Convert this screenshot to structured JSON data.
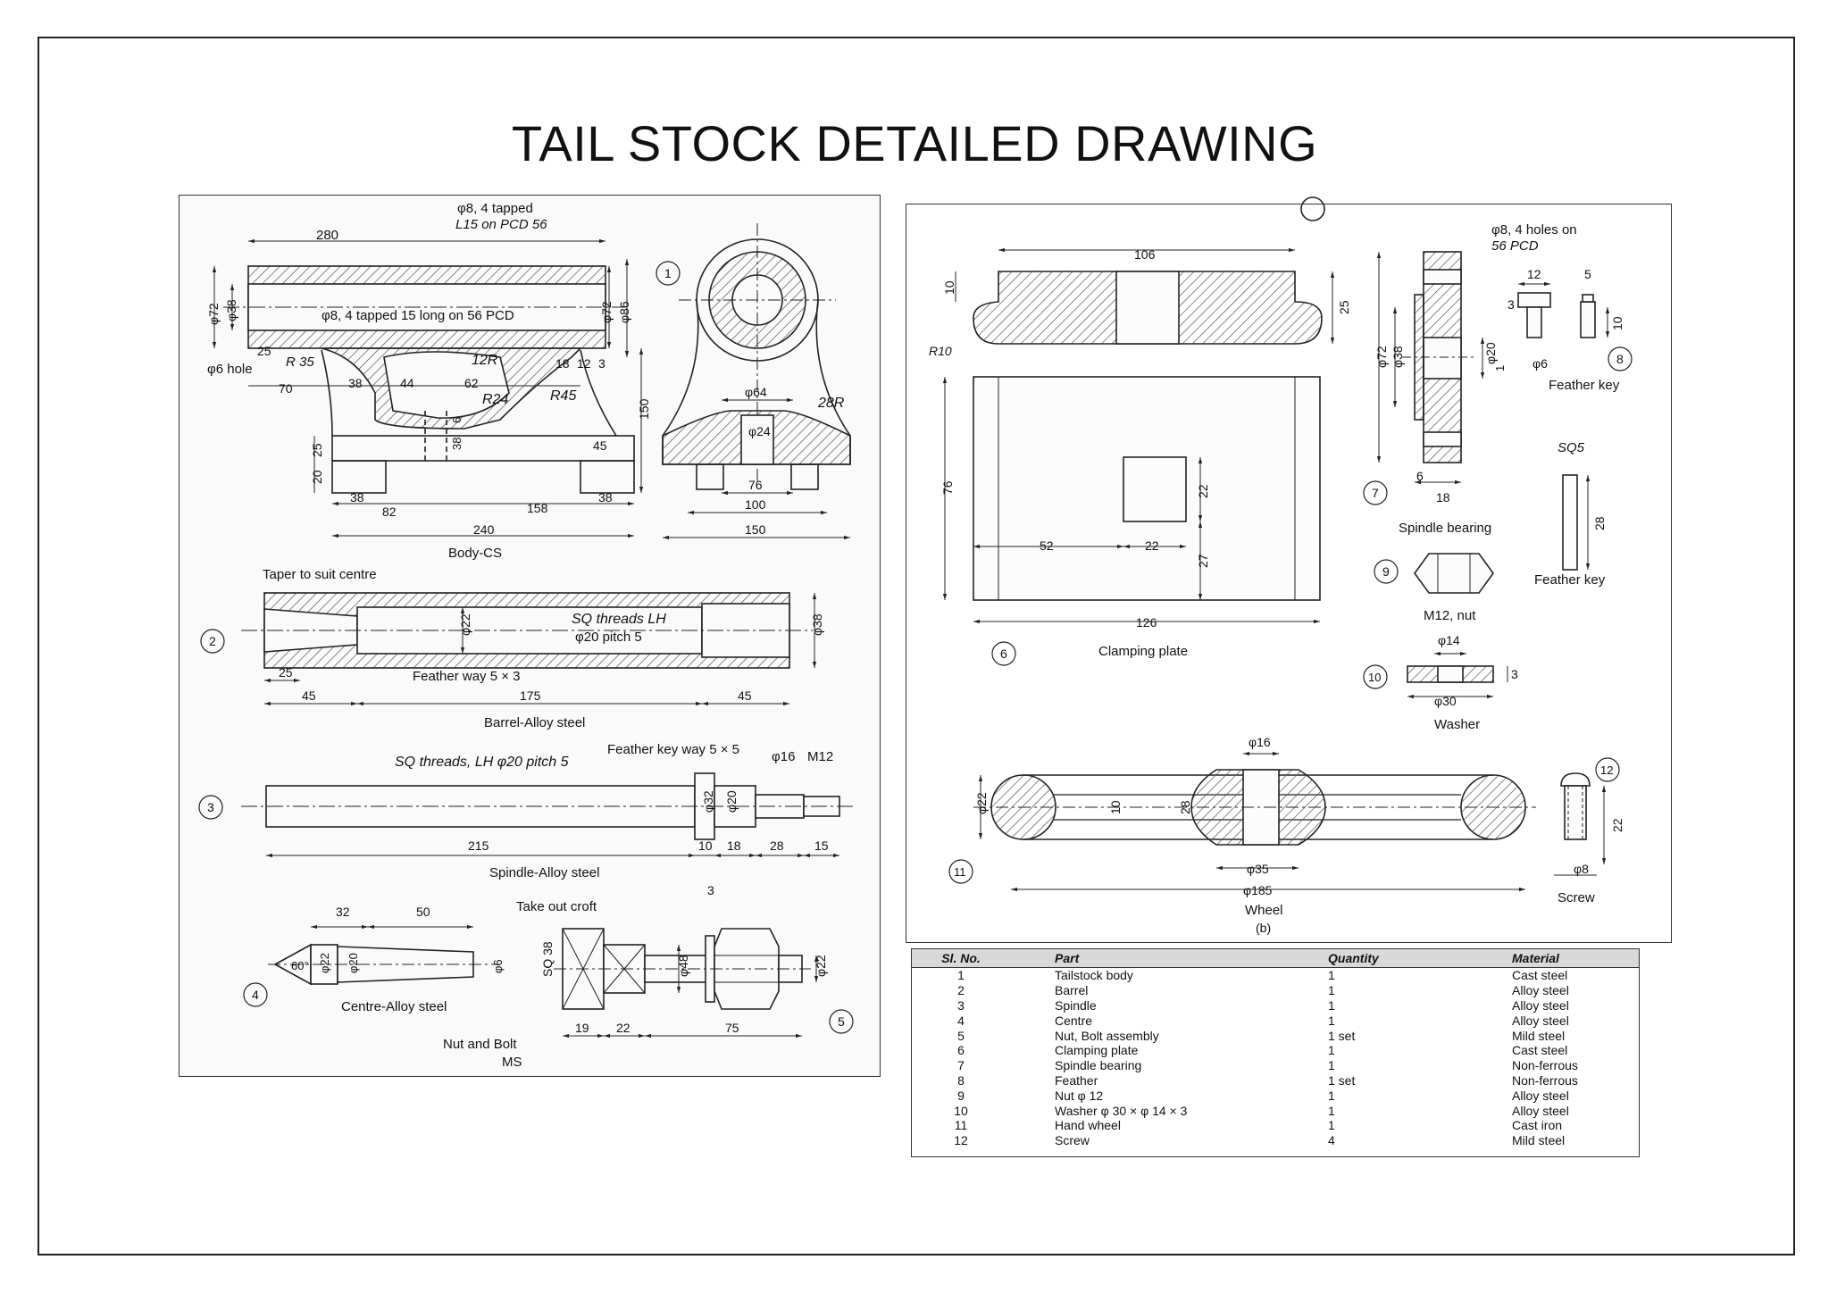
{
  "title": "TAIL STOCK DETAILED DRAWING",
  "colors": {
    "line": "#222222",
    "hatch": "#555555",
    "panel": "#fafafa"
  },
  "panel_a": {
    "body": {
      "notes": [
        "φ8, 4 tapped",
        "L15 on PCD 56",
        "φ8, 4 tapped 15 long on 56 PCD",
        "φ6 hole",
        "12R",
        "R24",
        "R45",
        "R 35",
        "28R"
      ],
      "dims": [
        "280",
        "φ72",
        "φ38",
        "φ72",
        "φ86",
        "25",
        "70",
        "38",
        "44",
        "62",
        "18",
        "12",
        "3",
        "150",
        "45",
        "25",
        "20",
        "6",
        "38",
        "38",
        "82",
        "158",
        "38",
        "240",
        "φ64",
        "φ24",
        "76",
        "100",
        "150"
      ],
      "caption": "Body-CS",
      "number": "1"
    },
    "barrel": {
      "notes": [
        "Taper to suit centre",
        "SQ threads LH",
        "φ20 pitch 5",
        "Feather way 5 × 3"
      ],
      "dims": [
        "φ22",
        "φ38",
        "25",
        "45",
        "175",
        "45"
      ],
      "caption": "Barrel-Alloy steel",
      "number": "2"
    },
    "spindle": {
      "notes": [
        "SQ threads, LH φ20 pitch 5",
        "Feather key way 5 × 5",
        "φ16",
        "M12"
      ],
      "dims": [
        "φ32",
        "φ20",
        "215",
        "10",
        "18",
        "28",
        "15"
      ],
      "caption": "Spindle-Alloy steel",
      "number": "3"
    },
    "centre": {
      "dims": [
        "32",
        "50",
        "60°",
        "φ22",
        "φ20",
        "φ6"
      ],
      "caption": "Centre-Alloy steel",
      "number": "4"
    },
    "nut_bolt": {
      "notes": [
        "Take out croft",
        "Nut and Bolt",
        "MS"
      ],
      "dims": [
        "3",
        "SQ 38",
        "φ48",
        "φ22",
        "19",
        "22",
        "75"
      ],
      "number": "5"
    }
  },
  "panel_b": {
    "clamping_plate": {
      "dims": [
        "106",
        "10",
        "25",
        "R10",
        "76",
        "22",
        "52",
        "22",
        "27",
        "126"
      ],
      "caption": "Clamping plate",
      "number": "6"
    },
    "spindle_bearing": {
      "notes": [
        "φ8, 4 holes on",
        "56 PCD"
      ],
      "dims": [
        "φ72",
        "φ38",
        "φ20",
        "1",
        "6",
        "18"
      ],
      "caption": "Spindle bearing",
      "number": "7"
    },
    "feather_key": {
      "dims": [
        "12",
        "5",
        "3",
        "10",
        "φ6",
        "SQ5",
        "28"
      ],
      "caption": "Feather key",
      "caption2": "Feather key",
      "number": "8"
    },
    "nut": {
      "caption": "M12, nut",
      "number": "9"
    },
    "washer": {
      "dims": [
        "φ14",
        "3",
        "φ30"
      ],
      "caption": "Washer",
      "number": "10"
    },
    "wheel": {
      "dims": [
        "φ16",
        "φ22",
        "10",
        "28",
        "φ35",
        "φ185"
      ],
      "caption": "Wheel",
      "sub": "(b)",
      "number": "11"
    },
    "screw": {
      "dims": [
        "22",
        "φ8"
      ],
      "caption": "Screw",
      "number": "12"
    }
  },
  "parts_list": {
    "headers": [
      "Sl. No.",
      "Part",
      "Quantity",
      "Material"
    ],
    "rows": [
      [
        "1",
        "Tailstock body",
        "1",
        "Cast steel"
      ],
      [
        "2",
        "Barrel",
        "1",
        "Alloy steel"
      ],
      [
        "3",
        "Spindle",
        "1",
        "Alloy steel"
      ],
      [
        "4",
        "Centre",
        "1",
        "Alloy steel"
      ],
      [
        "5",
        "Nut, Bolt assembly",
        "1 set",
        "Mild steel"
      ],
      [
        "6",
        "Clamping plate",
        "1",
        "Cast steel"
      ],
      [
        "7",
        "Spindle bearing",
        "1",
        "Non-ferrous"
      ],
      [
        "8",
        "Feather",
        "1 set",
        "Non-ferrous"
      ],
      [
        "9",
        "Nut φ 12",
        "1",
        "Alloy steel"
      ],
      [
        "10",
        "Washer φ 30 × φ 14 × 3",
        "1",
        "Alloy steel"
      ],
      [
        "11",
        "Hand wheel",
        "1",
        "Cast iron"
      ],
      [
        "12",
        "Screw",
        "4",
        "Mild steel"
      ]
    ]
  }
}
